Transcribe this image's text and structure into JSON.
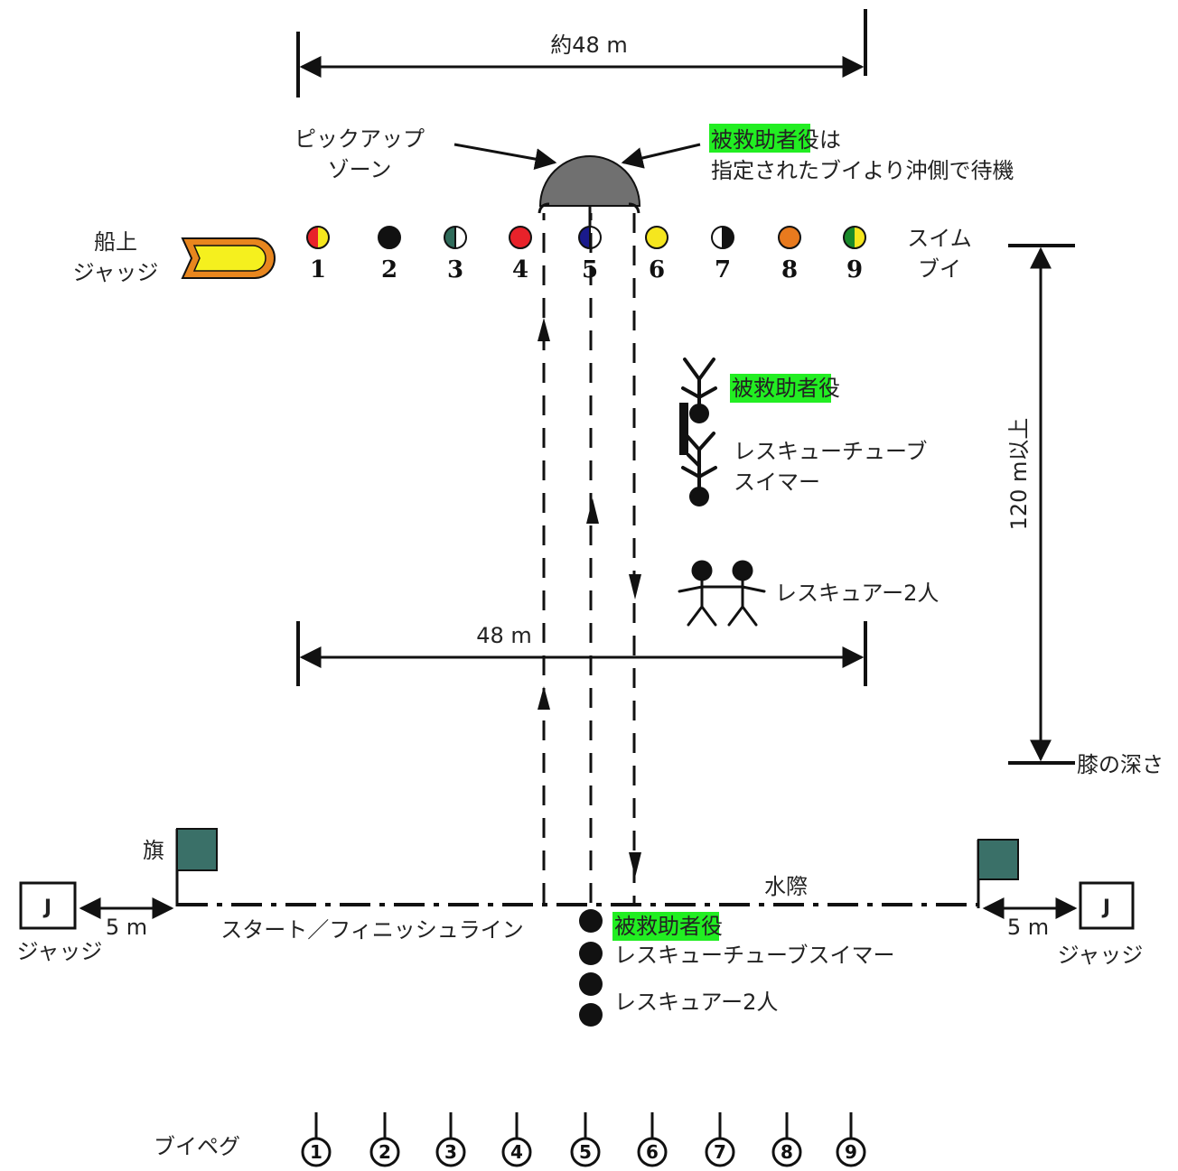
{
  "top_width_label": "約48 m",
  "mid_width_label": "48 m",
  "distance_label": "120 m以上",
  "knee_depth_label": "膝の深さ",
  "pickup_zone": {
    "line1": "ピックアップ",
    "line2": "ゾーン"
  },
  "victim_note": {
    "highlight": "被救助者",
    "rest1": "役は",
    "line2": "指定されたブイより沖側で待機"
  },
  "boat_judge": {
    "line1": "船上",
    "line2": "ジャッジ"
  },
  "swim_buoy": {
    "line1": "スイム",
    "line2": "ブイ"
  },
  "buoys": [
    {
      "num": "1",
      "colors": [
        "#e8222a",
        "#f5e61e"
      ]
    },
    {
      "num": "2",
      "colors": [
        "#111111",
        "#111111"
      ]
    },
    {
      "num": "3",
      "colors": [
        "#2f6b5a",
        "#ffffff"
      ]
    },
    {
      "num": "4",
      "colors": [
        "#e8222a",
        "#e8222a"
      ]
    },
    {
      "num": "5",
      "colors": [
        "#1a1a8c",
        "#ffffff"
      ]
    },
    {
      "num": "6",
      "colors": [
        "#f5e61e",
        "#f5e61e"
      ]
    },
    {
      "num": "7",
      "colors": [
        "#ffffff",
        "#111111"
      ]
    },
    {
      "num": "8",
      "colors": [
        "#e87a1e",
        "#e87a1e"
      ]
    },
    {
      "num": "9",
      "colors": [
        "#1a8a2a",
        "#f5e61e"
      ]
    }
  ],
  "figures": {
    "victim": {
      "highlight": "被救助者",
      "rest": "役"
    },
    "tube_swimmer": {
      "line1": "レスキューチューブ",
      "line2": "スイマー"
    },
    "rescuers": "レスキュアー2人"
  },
  "shore": {
    "flag": "旗",
    "water_edge": "水際",
    "start_finish": "スタート／フィニッシュライン",
    "judge_letter": "J",
    "judge_label": "ジャッジ",
    "five_m": "5 m"
  },
  "start_order": {
    "victim_highlight": "被救助者",
    "victim_rest": "役",
    "tube_swimmer": "レスキューチューブスイマー",
    "rescuers": "レスキュアー2人"
  },
  "buoy_peg_label": "ブイペグ",
  "pegs": [
    "1",
    "2",
    "3",
    "4",
    "5",
    "6",
    "7",
    "8",
    "9"
  ],
  "colors": {
    "flag": "#3a7068",
    "boat_outer": "#e8861e",
    "boat_inner": "#f5f01e",
    "highlight": "#22ee22",
    "dome": "#707070"
  }
}
